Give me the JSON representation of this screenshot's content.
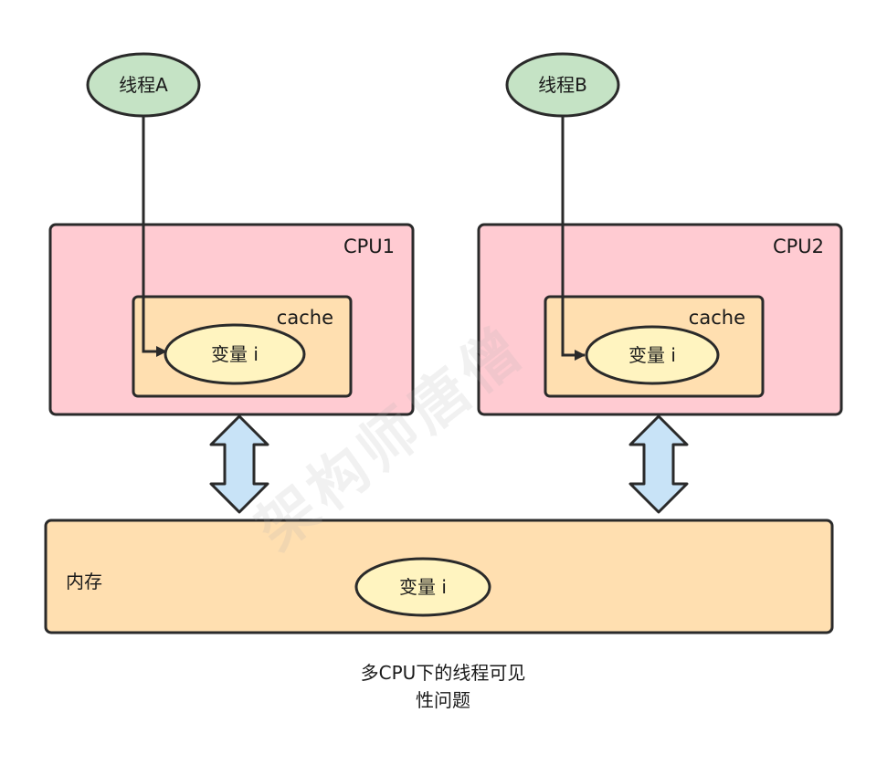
{
  "threads": {
    "a": "线程A",
    "b": "线程B"
  },
  "cpus": {
    "cpu1": "CPU1",
    "cpu2": "CPU2"
  },
  "cache_label": "cache",
  "variable_label": "变量 i",
  "memory": {
    "label": "内存",
    "variable": "变量 i"
  },
  "caption": {
    "line1": "多CPU下的线程可见",
    "line2": "性问题"
  },
  "watermark": "架构师唐僧",
  "colors": {
    "thread_fill": "#c5e3c5",
    "cpu_fill": "#ffcbd2",
    "cache_fill": "#ffdfb0",
    "variable_fill": "#fff4c0",
    "memory_fill": "#ffdfb0",
    "arrow_fill": "#c8e3f7",
    "stroke": "#2a2a2a"
  }
}
